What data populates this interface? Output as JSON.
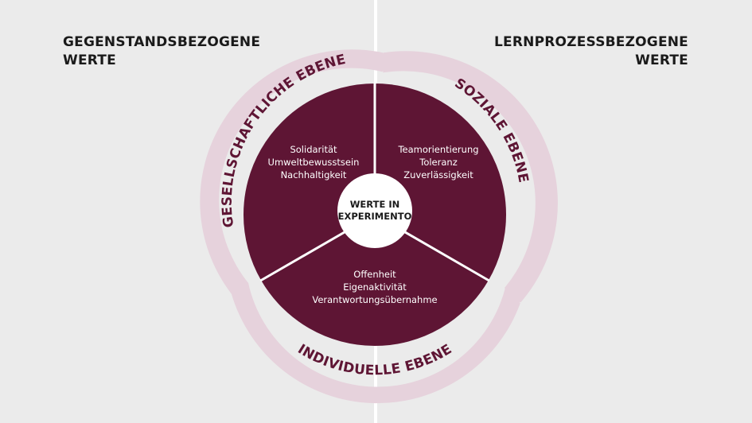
{
  "headings": {
    "left": [
      "GEGENSTANDSBEZOGENE",
      "WERTE"
    ],
    "right": [
      "LERNPROZESSBEZOGENE",
      "WERTE"
    ]
  },
  "ring_labels": {
    "social": "GESELLSCHAFTLICHE EBENE",
    "sozial": "SOZIALE EBENE",
    "individual": "INDIVIDUELLE EBENE"
  },
  "segments": {
    "left": [
      "Solidarität",
      "Umweltbewusstsein",
      "Nachhaltigkeit"
    ],
    "right": [
      "Teamorientierung",
      "Toleranz",
      "Zuverlässigkeit"
    ],
    "bottom": [
      "Offenheit",
      "Eigenaktivität",
      "Verantwortungsübernahme"
    ]
  },
  "center": [
    "WERTE IN",
    "EXPERIMENTO"
  ],
  "colors": {
    "background": "#ebebeb",
    "ring": "#e6d2dc",
    "segment": "#5e1534",
    "center": "#ffffff",
    "ring_text": "#5e1534"
  }
}
